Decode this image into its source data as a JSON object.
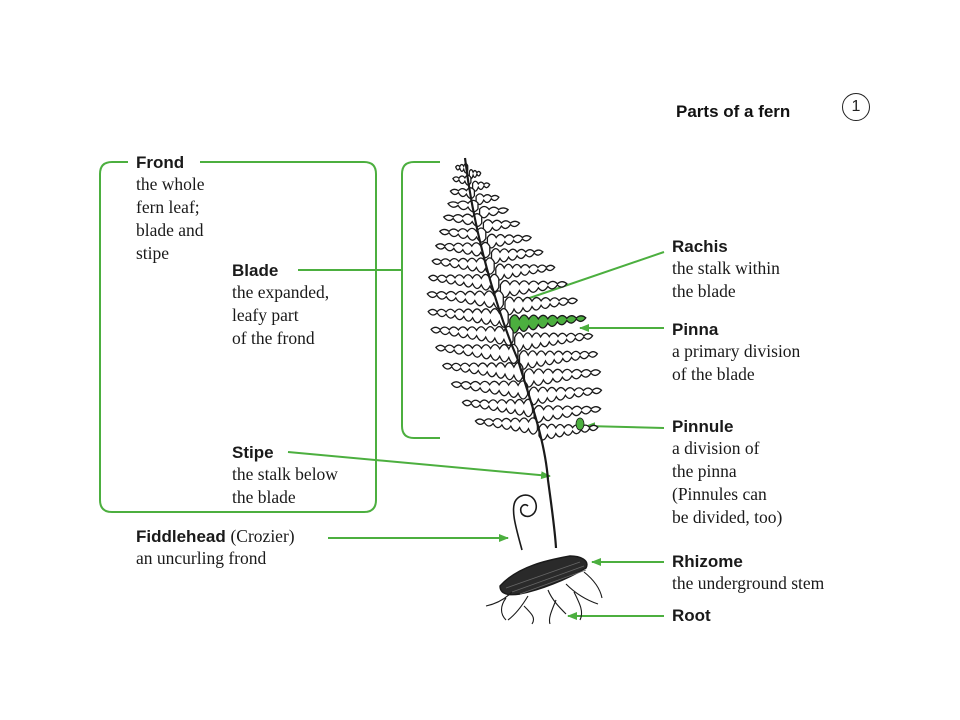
{
  "title": "Parts of a fern",
  "badge": "1",
  "colors": {
    "accent": "#4caf3f",
    "ink": "#1a1a1a"
  },
  "labels": {
    "frond": {
      "term": "Frond",
      "desc": "the whole\nfern leaf;\nblade and\nstipe"
    },
    "blade": {
      "term": "Blade",
      "desc": "the expanded,\nleafy part\nof the frond"
    },
    "stipe": {
      "term": "Stipe",
      "desc": "the stalk below\nthe blade"
    },
    "fiddlehead": {
      "term": "Fiddlehead",
      "alt": "(Crozier)",
      "desc": "an uncurling frond"
    },
    "rachis": {
      "term": "Rachis",
      "desc": "the stalk within\nthe blade"
    },
    "pinna": {
      "term": "Pinna",
      "desc": "a primary division\nof the blade"
    },
    "pinnule": {
      "term": "Pinnule",
      "desc": "a division of\nthe pinna\n(Pinnules can\nbe divided, too)"
    },
    "rhizome": {
      "term": "Rhizome",
      "desc": "the underground stem"
    },
    "root": {
      "term": "Root"
    }
  }
}
